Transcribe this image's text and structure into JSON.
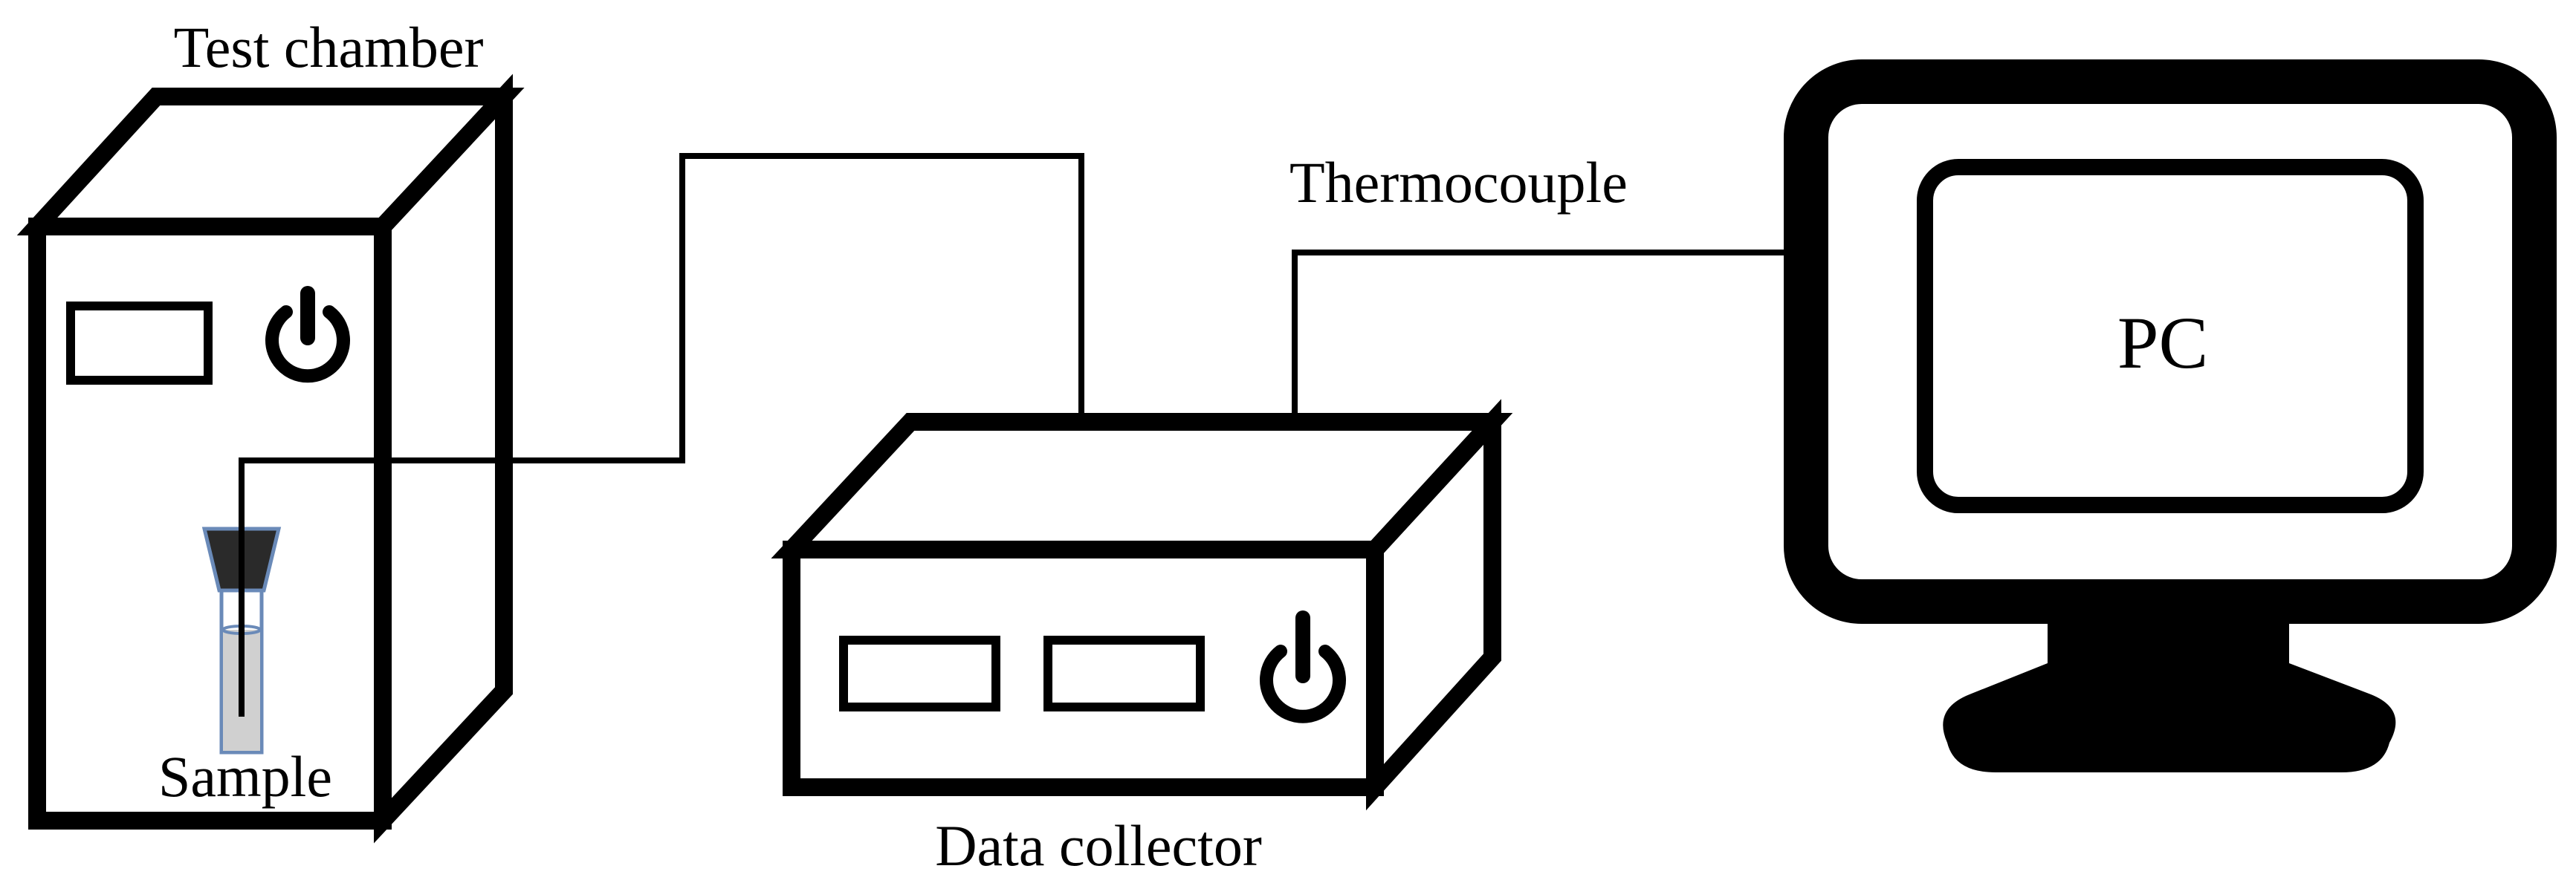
{
  "labels": {
    "test_chamber": "Test chamber",
    "sample": "Sample",
    "thermocouple": "Thermocouple",
    "data_collector": "Data collector",
    "pc": "PC"
  },
  "colors": {
    "stroke": "#000000",
    "background": "#ffffff",
    "vial_liquid": "#d0d0d0",
    "vial_outline": "#6a8ab8",
    "vial_cap": "#2a2a2a"
  },
  "icons": {
    "chamber_power": "power-icon",
    "collector_power": "power-icon"
  }
}
